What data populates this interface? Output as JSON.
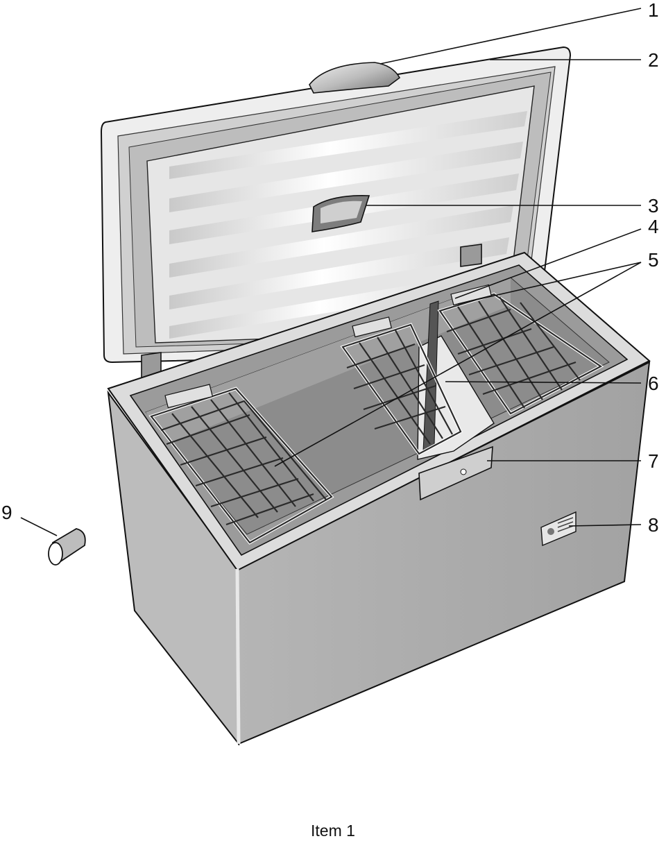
{
  "caption": "Item 1",
  "callouts": [
    "1",
    "2",
    "3",
    "4",
    "5",
    "6",
    "7",
    "8",
    "9"
  ],
  "colors": {
    "body_front": "#a6a6a6",
    "body_side": "#bdbdbd",
    "lid_panel": "#d8d8d8",
    "interior": "#8f8f8f",
    "outline": "#111111"
  }
}
